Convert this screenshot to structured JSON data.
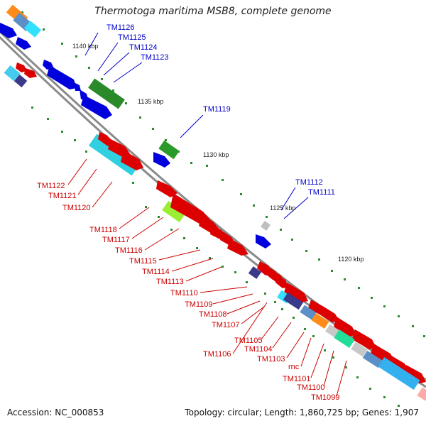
{
  "title": "Thermotoga maritima MSB8, complete genome",
  "footer": {
    "accession_label": "Accession: NC_000853",
    "summary": "Topology: circular; Length: 1,860,725 bp; Genes: 1,907"
  },
  "scale_labels": [
    "1140 kbp",
    "1135 kbp",
    "1130 kbp",
    "1125 kbp",
    "1120 kbp"
  ],
  "colors": {
    "forward_label": "#0000cc",
    "reverse_label": "#cc0000",
    "backbone": "#8a8a8a",
    "tick": "#2d8a2d"
  },
  "forward_genes": [
    "TM1126",
    "TM1125",
    "TM1124",
    "TM1123",
    "TM1119",
    "TM1112",
    "TM1111"
  ],
  "reverse_genes": [
    "TM1122",
    "TM1121",
    "TM1120",
    "TM1118",
    "TM1117",
    "TM1116",
    "TM1115",
    "TM1114",
    "TM1113",
    "TM1110",
    "TM1109",
    "TM1108",
    "TM1107",
    "TM1105",
    "TM1106",
    "TM1104",
    "TM1103",
    "rnc",
    "TM1101",
    "TM1100",
    "TM1099"
  ]
}
